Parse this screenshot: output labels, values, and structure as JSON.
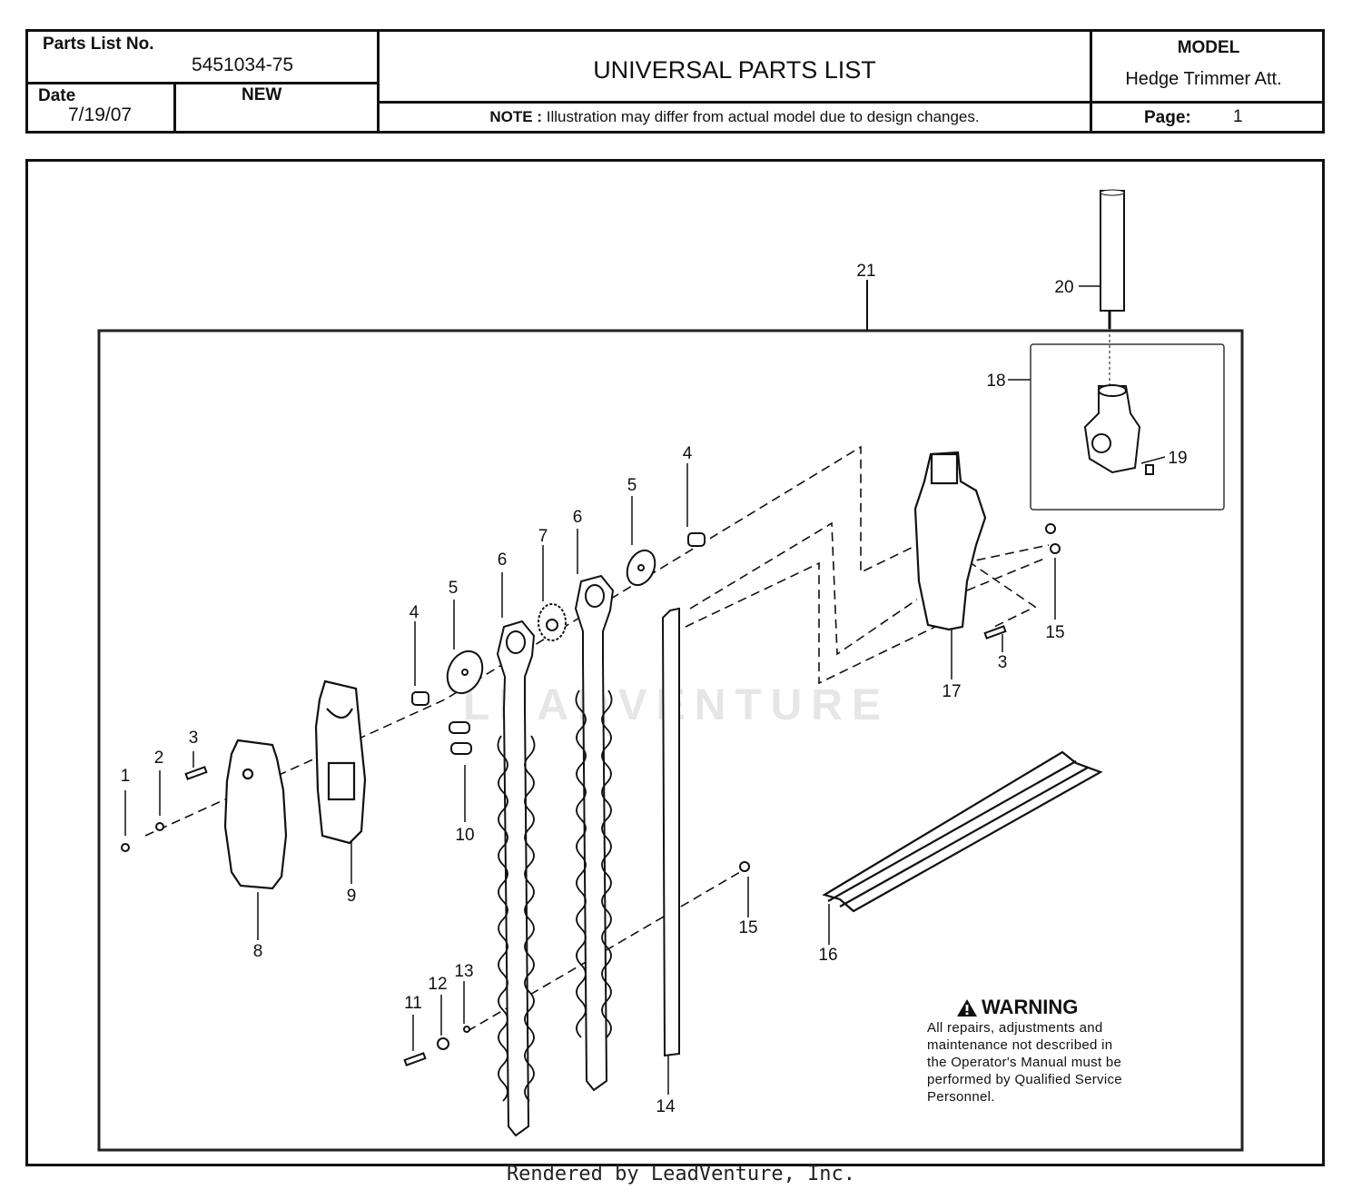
{
  "header": {
    "parts_list_no_label": "Parts List No.",
    "parts_list_no": "5451034-75",
    "date_label": "Date",
    "date": "7/19/07",
    "status": "NEW",
    "title": "UNIVERSAL PARTS LIST",
    "note_label": "NOTE :",
    "note_text": "Illustration may differ from actual model due to design changes.",
    "model_label": "MODEL",
    "model": "Hedge Trimmer Att.",
    "page_label": "Page:",
    "page": "1"
  },
  "callouts": [
    "1",
    "2",
    "3",
    "3",
    "4",
    "4",
    "5",
    "5",
    "6",
    "6",
    "7",
    "8",
    "9",
    "10",
    "11",
    "12",
    "13",
    "14",
    "15",
    "15",
    "16",
    "17",
    "18",
    "19",
    "20",
    "21"
  ],
  "warning": {
    "title": "WARNING",
    "lines": [
      "All repairs, adjustments and",
      "maintenance not described in",
      "the Operator's Manual must be",
      "performed by Qualified Service",
      "Personnel."
    ]
  },
  "watermark": "LEADVENTURE",
  "footer": "Rendered by LeadVenture, Inc."
}
